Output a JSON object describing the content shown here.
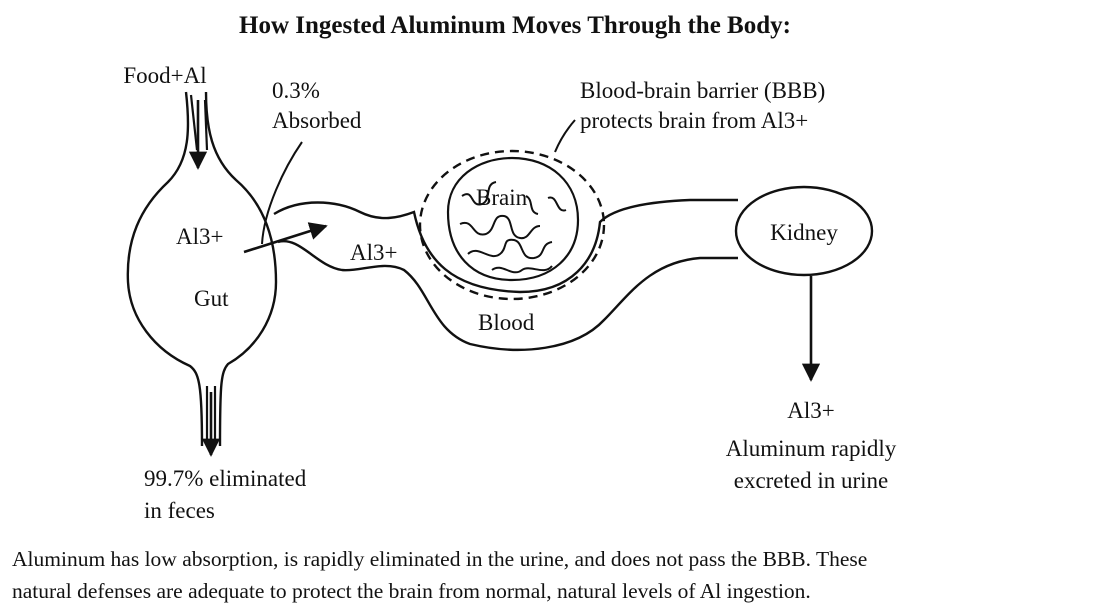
{
  "diagram": {
    "title": "How Ingested Aluminum Moves Through the Body:",
    "labels": {
      "food_al": "Food+Al",
      "absorbed_line1": "0.3%",
      "absorbed_line2": "Absorbed",
      "bbb_line1": "Blood-brain barrier (BBB)",
      "bbb_line2": "protects brain from Al3+",
      "gut_al": "Al3+",
      "gut": "Gut",
      "blood_al": "Al3+",
      "brain": "Brain",
      "kidney": "Kidney",
      "blood": "Blood",
      "urine_al": "Al3+",
      "urine_line1": "Aluminum rapidly",
      "urine_line2": "excreted in urine",
      "feces_line1": "99.7% eliminated",
      "feces_line2": "in feces"
    },
    "caption_line1": "Aluminum has low absorption, is rapidly eliminated in the urine, and does not pass the BBB. These",
    "caption_line2": "natural defenses are adequate to protect the brain from normal, natural levels of Al ingestion."
  }
}
